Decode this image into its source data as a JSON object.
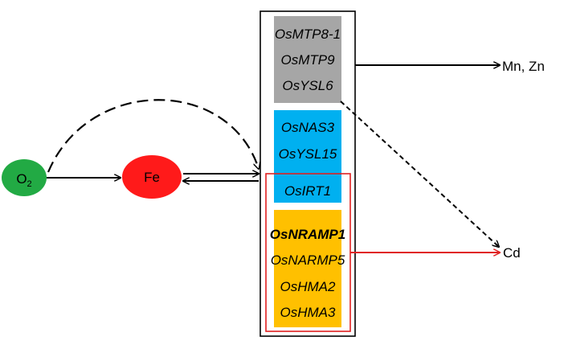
{
  "nodes": {
    "oxygen": {
      "label": "O",
      "subscript": "2",
      "color": "#22aa44"
    },
    "iron": {
      "label": "Fe",
      "color": "#ff1a1a"
    },
    "mn_zn": {
      "label": "Mn, Zn"
    },
    "cadmium": {
      "label": "Cd"
    }
  },
  "gene_groups": {
    "gray": {
      "color": "#a6a6a6",
      "genes": [
        "OsMTP8-1",
        "OsMTP9",
        "OsYSL6"
      ]
    },
    "blue": {
      "color": "#00b0f0",
      "genes": [
        "OsNAS3",
        "OsYSL15",
        "OsIRT1"
      ]
    },
    "orange": {
      "color": "#ffc000",
      "genes": [
        "OsNRAMP1",
        "OsNARMP5",
        "OsHMA2",
        "OsHMA3"
      ],
      "bold_gene": "OsNRAMP1"
    }
  },
  "colors": {
    "highlight_box": "#e02020",
    "cd_arrow": "#e02020",
    "line": "#000000"
  }
}
